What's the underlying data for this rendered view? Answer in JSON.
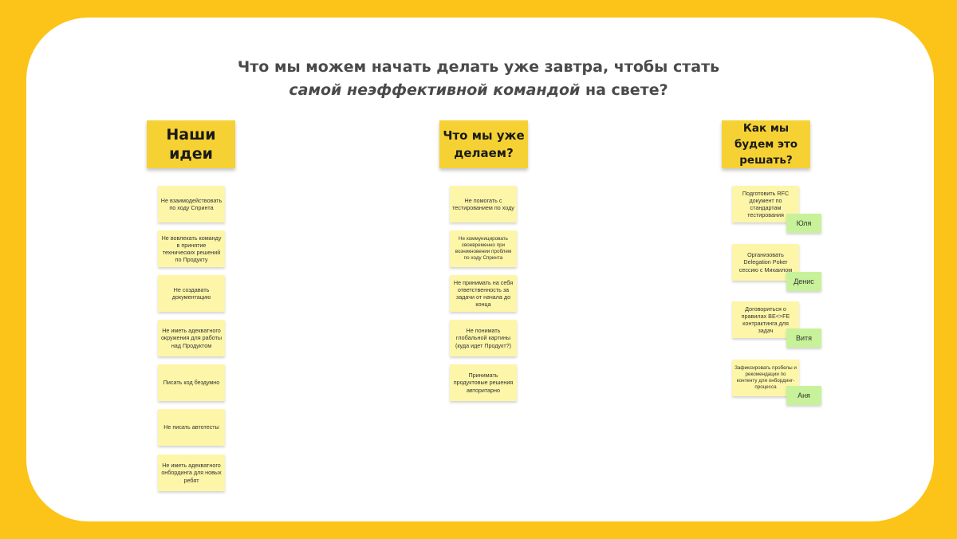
{
  "title": {
    "line1": "Что мы можем начать делать уже завтра, чтобы стать",
    "line2_emphasis": "самой неэффективной командой",
    "line2_rest": " на свете?"
  },
  "columns": [
    {
      "header": "Наши идеи",
      "notes": [
        "Не взаимодействовать по ходу Спринта",
        "Не вовлекать команду в принятие технических решений по Продукту",
        "Не создавать документацию",
        "Не иметь адекватного окружения для работы над Продуктом",
        "Писать код бездумно",
        "Не писать автотесты",
        "Не иметь адекватного онбординга для новых ребят"
      ]
    },
    {
      "header": "Что мы уже делаем?",
      "notes": [
        "Не помогать с тестированием по ходу",
        "Не коммуницировать своевременно при возникновении проблем по ходу Спринта",
        "Не принимать на себя ответственность за задачи от начала до конца",
        "Не понимать глобальной картины (куда идет Продукт?)",
        "Принимать продуктовые решения авторитарно"
      ]
    },
    {
      "header": "Как мы будем это решать?",
      "notes": [
        "Подготовить RFC документ по стандартам тестирования",
        "Организовать Delegation Poker сессию с Михаилом",
        "Договориться о правилах BE<>FE контрактинга для задач",
        "Зафиксировать пробелы и рекомендации по контенту для онбординг-процесса"
      ],
      "owners": [
        "Юля",
        "Денис",
        "Витя",
        "Аня"
      ]
    }
  ],
  "colors": {
    "frame": "#FCC419",
    "header_sticky": "#F6D134",
    "note_sticky": "#FDF6A8",
    "owner_tag": "#C8F29A"
  }
}
